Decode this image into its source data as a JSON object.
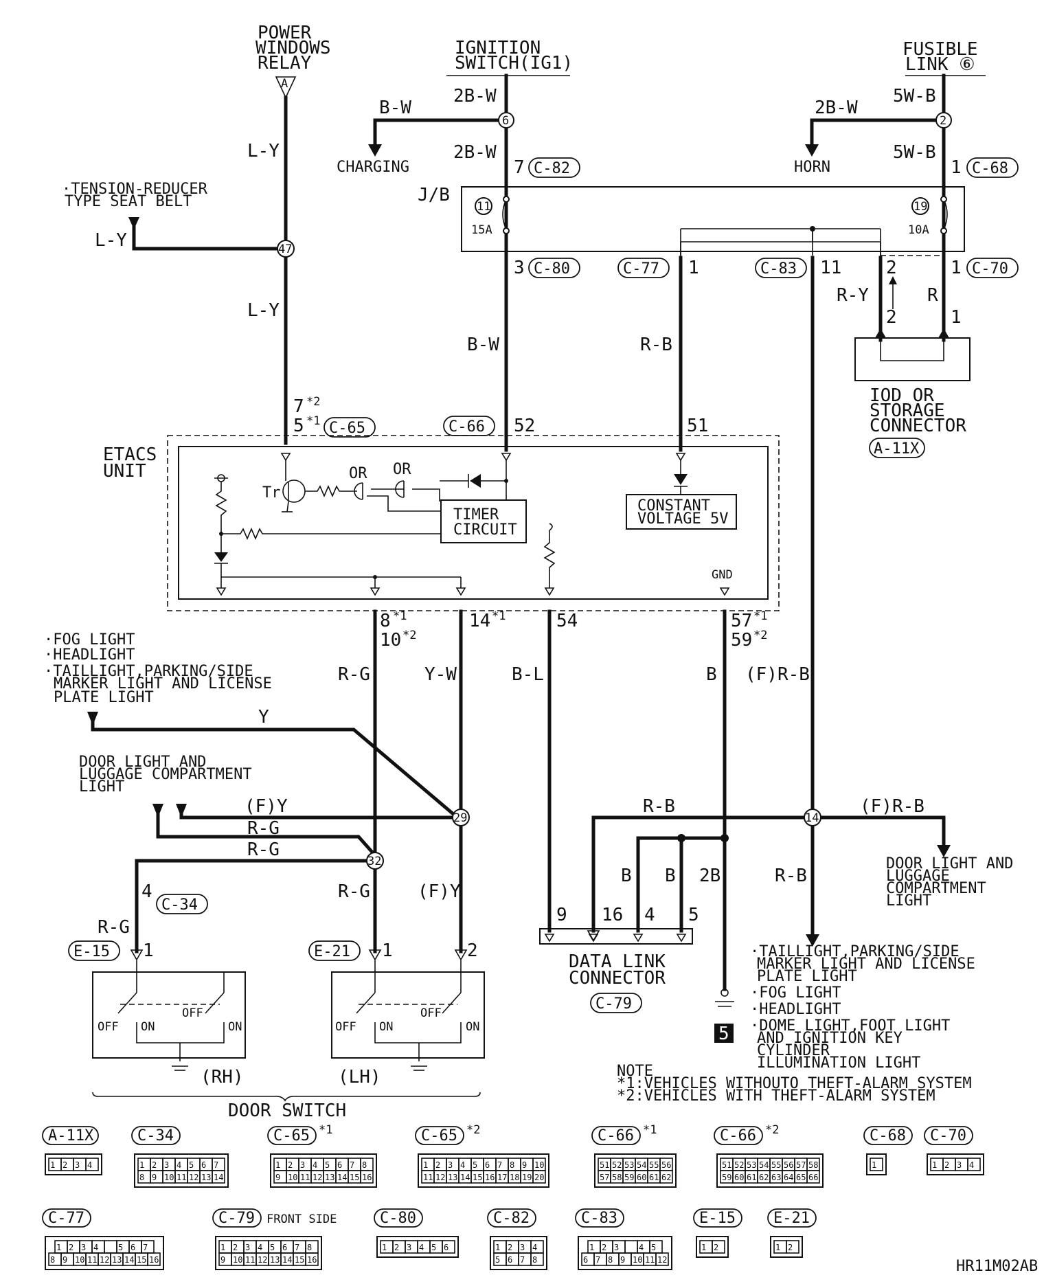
{
  "sources": {
    "power_windows_relay": [
      "POWER",
      "WINDOWS",
      "RELAY"
    ],
    "power_windows_relay_tag": "A",
    "ignition_switch": [
      "IGNITION",
      "SWITCH(IG1)"
    ],
    "fusible_link": [
      "FUSIBLE",
      "LINK ⑥"
    ]
  },
  "wires": {
    "ly": "L-Y",
    "bw": "B-W",
    "w2bw": "2B-W",
    "w5wb": "5W-B",
    "rb": "R-B",
    "ry": "R-Y",
    "r": "R",
    "rg": "R-G",
    "yw": "Y-W",
    "bl": "B-L",
    "b": "B",
    "frb": "(F)R-B",
    "y": "Y",
    "fy": "(F)Y",
    "b2": "2B"
  },
  "outputs": {
    "charging": "CHARGING",
    "horn": "HORN",
    "tension_seat_belt": [
      "·TENSION-REDUCER",
      "TYPE SEAT BELT"
    ],
    "lights_left": [
      "·FOG LIGHT",
      "·HEADLIGHT",
      "·TAILLIGHT,PARKING/SIDE",
      "MARKER LIGHT AND LICENSE",
      "PLATE LIGHT"
    ],
    "door_light_left": [
      "DOOR LIGHT AND",
      "LUGGAGE COMPARTMENT",
      "LIGHT"
    ],
    "door_light_right": [
      "DOOR LIGHT AND",
      "LUGGAGE",
      "COMPARTMENT",
      "LIGHT"
    ],
    "lights_bottom": [
      "·TAILLIGHT,PARKING/SIDE",
      "MARKER LIGHT AND LICENSE",
      "PLATE LIGHT",
      "·FOG LIGHT",
      "·HEADLIGHT",
      "·DOME LIGHT,FOOT LIGHT",
      "AND IGNITION KEY",
      "CYLINDER",
      "ILLUMINATION LIGHT"
    ]
  },
  "junction_block": {
    "label": "J/B",
    "fuse11": "11",
    "fuse11_amp": "15A",
    "fuse19": "19",
    "fuse19_amp": "10A"
  },
  "connectors": {
    "c82": "C-82",
    "c68": "C-68",
    "c80": "C-80",
    "c77": "C-77",
    "c83": "C-83",
    "c70": "C-70",
    "c65": "C-65",
    "c66": "C-66",
    "c34": "C-34",
    "e15": "E-15",
    "e21": "E-21",
    "c79": "C-79",
    "a11x": "A-11X"
  },
  "pins": {
    "p7": "7",
    "p1": "1",
    "p3": "3",
    "p11": "11",
    "p2": "2",
    "c65_pins": "7",
    "c65_pins_b": "5",
    "c66_pin": "52",
    "p51": "51",
    "p8": "8",
    "p10": "10",
    "p14": "14",
    "p54": "54",
    "p57": "57",
    "p59": "59",
    "p4": "4",
    "p9": "9",
    "p16": "16",
    "p5": "5",
    "mark1": "*1",
    "mark2": "*2"
  },
  "junctions": [
    "6",
    "2",
    "47",
    "29",
    "32",
    "14"
  ],
  "etacs": {
    "label": [
      "ETACS",
      "UNIT"
    ],
    "timer": [
      "TIMER",
      "CIRCUIT"
    ],
    "constant_voltage": [
      "CONSTANT",
      "VOLTAGE 5V"
    ],
    "tr": "Tr",
    "or": "OR",
    "gnd": "GND"
  },
  "iod": {
    "label": [
      "IOD OR",
      "STORAGE",
      "CONNECTOR"
    ]
  },
  "data_link": {
    "label": [
      "DATA LINK",
      "CONNECTOR"
    ]
  },
  "door_switch": {
    "title": "DOOR SWITCH",
    "rh": "(RH)",
    "lh": "(LH)",
    "off": "OFF",
    "on": "ON"
  },
  "ground_no": "5",
  "note": {
    "title": "NOTE",
    "line1": "*1:VEHICLES WITHOUTO THEFT-ALARM SYSTEM",
    "line2": "*2:VEHICLES WITH THEFT-ALARM SYSTEM"
  },
  "connector_views": [
    {
      "name": "A-11X",
      "mark": "",
      "rows": [
        [
          "1",
          "2",
          "3",
          "4"
        ]
      ]
    },
    {
      "name": "C-34",
      "mark": "",
      "rows": [
        [
          "1",
          "2",
          "3",
          "4",
          "5",
          "6",
          "7"
        ],
        [
          "8",
          "9",
          "10",
          "11",
          "12",
          "13",
          "14"
        ]
      ]
    },
    {
      "name": "C-65",
      "mark": "*1",
      "rows": [
        [
          "1",
          "2",
          "3",
          "4",
          "5",
          "6",
          "7",
          "8"
        ],
        [
          "9",
          "10",
          "11",
          "12",
          "13",
          "14",
          "15",
          "16"
        ]
      ]
    },
    {
      "name": "C-65",
      "mark": "*2",
      "rows": [
        [
          "1",
          "2",
          "3",
          "4",
          "5",
          "6",
          "7",
          "8",
          "9",
          "10"
        ],
        [
          "11",
          "12",
          "13",
          "14",
          "15",
          "16",
          "17",
          "18",
          "19",
          "20"
        ]
      ]
    },
    {
      "name": "C-66",
      "mark": "*1",
      "rows": [
        [
          "51",
          "52",
          "53",
          "54",
          "55",
          "56"
        ],
        [
          "57",
          "58",
          "59",
          "60",
          "61",
          "62"
        ]
      ]
    },
    {
      "name": "C-66",
      "mark": "*2",
      "rows": [
        [
          "51",
          "52",
          "53",
          "54",
          "55",
          "56",
          "57",
          "58"
        ],
        [
          "59",
          "60",
          "61",
          "62",
          "63",
          "64",
          "65",
          "66"
        ]
      ]
    },
    {
      "name": "C-68",
      "mark": "",
      "rows": [
        [
          "1"
        ]
      ]
    },
    {
      "name": "C-70",
      "mark": "",
      "rows": [
        [
          "1",
          "2",
          "3",
          "4"
        ]
      ]
    },
    {
      "name": "C-77",
      "mark": "",
      "rows": [
        [
          "1",
          "2",
          "3",
          "4",
          "",
          "5",
          "6",
          "7"
        ],
        [
          "8",
          "9",
          "10",
          "11",
          "12",
          "13",
          "14",
          "15",
          "16"
        ]
      ]
    },
    {
      "name": "C-79",
      "mark": "",
      "rows": [
        [
          "1",
          "2",
          "3",
          "4",
          "5",
          "6",
          "7",
          "8"
        ],
        [
          "9",
          "10",
          "11",
          "12",
          "13",
          "14",
          "15",
          "16"
        ]
      ]
    },
    {
      "name": "C-80",
      "mark": "",
      "rows": [
        [
          "1",
          "2",
          "3",
          "4",
          "5",
          "6"
        ]
      ]
    },
    {
      "name": "C-82",
      "mark": "",
      "rows": [
        [
          "1",
          "2",
          "3",
          "4"
        ],
        [
          "5",
          "6",
          "7",
          "8"
        ]
      ]
    },
    {
      "name": "C-83",
      "mark": "",
      "rows": [
        [
          "1",
          "2",
          "3",
          "",
          "4",
          "5"
        ],
        [
          "6",
          "7",
          "8",
          "9",
          "10",
          "11",
          "12"
        ]
      ]
    },
    {
      "name": "E-15",
      "mark": "",
      "rows": [
        [
          "1",
          "2"
        ]
      ]
    },
    {
      "name": "E-21",
      "mark": "",
      "rows": [
        [
          "1",
          "2"
        ]
      ]
    }
  ],
  "c79_front": "FRONT SIDE",
  "drawing_code": "HR11M02AB"
}
